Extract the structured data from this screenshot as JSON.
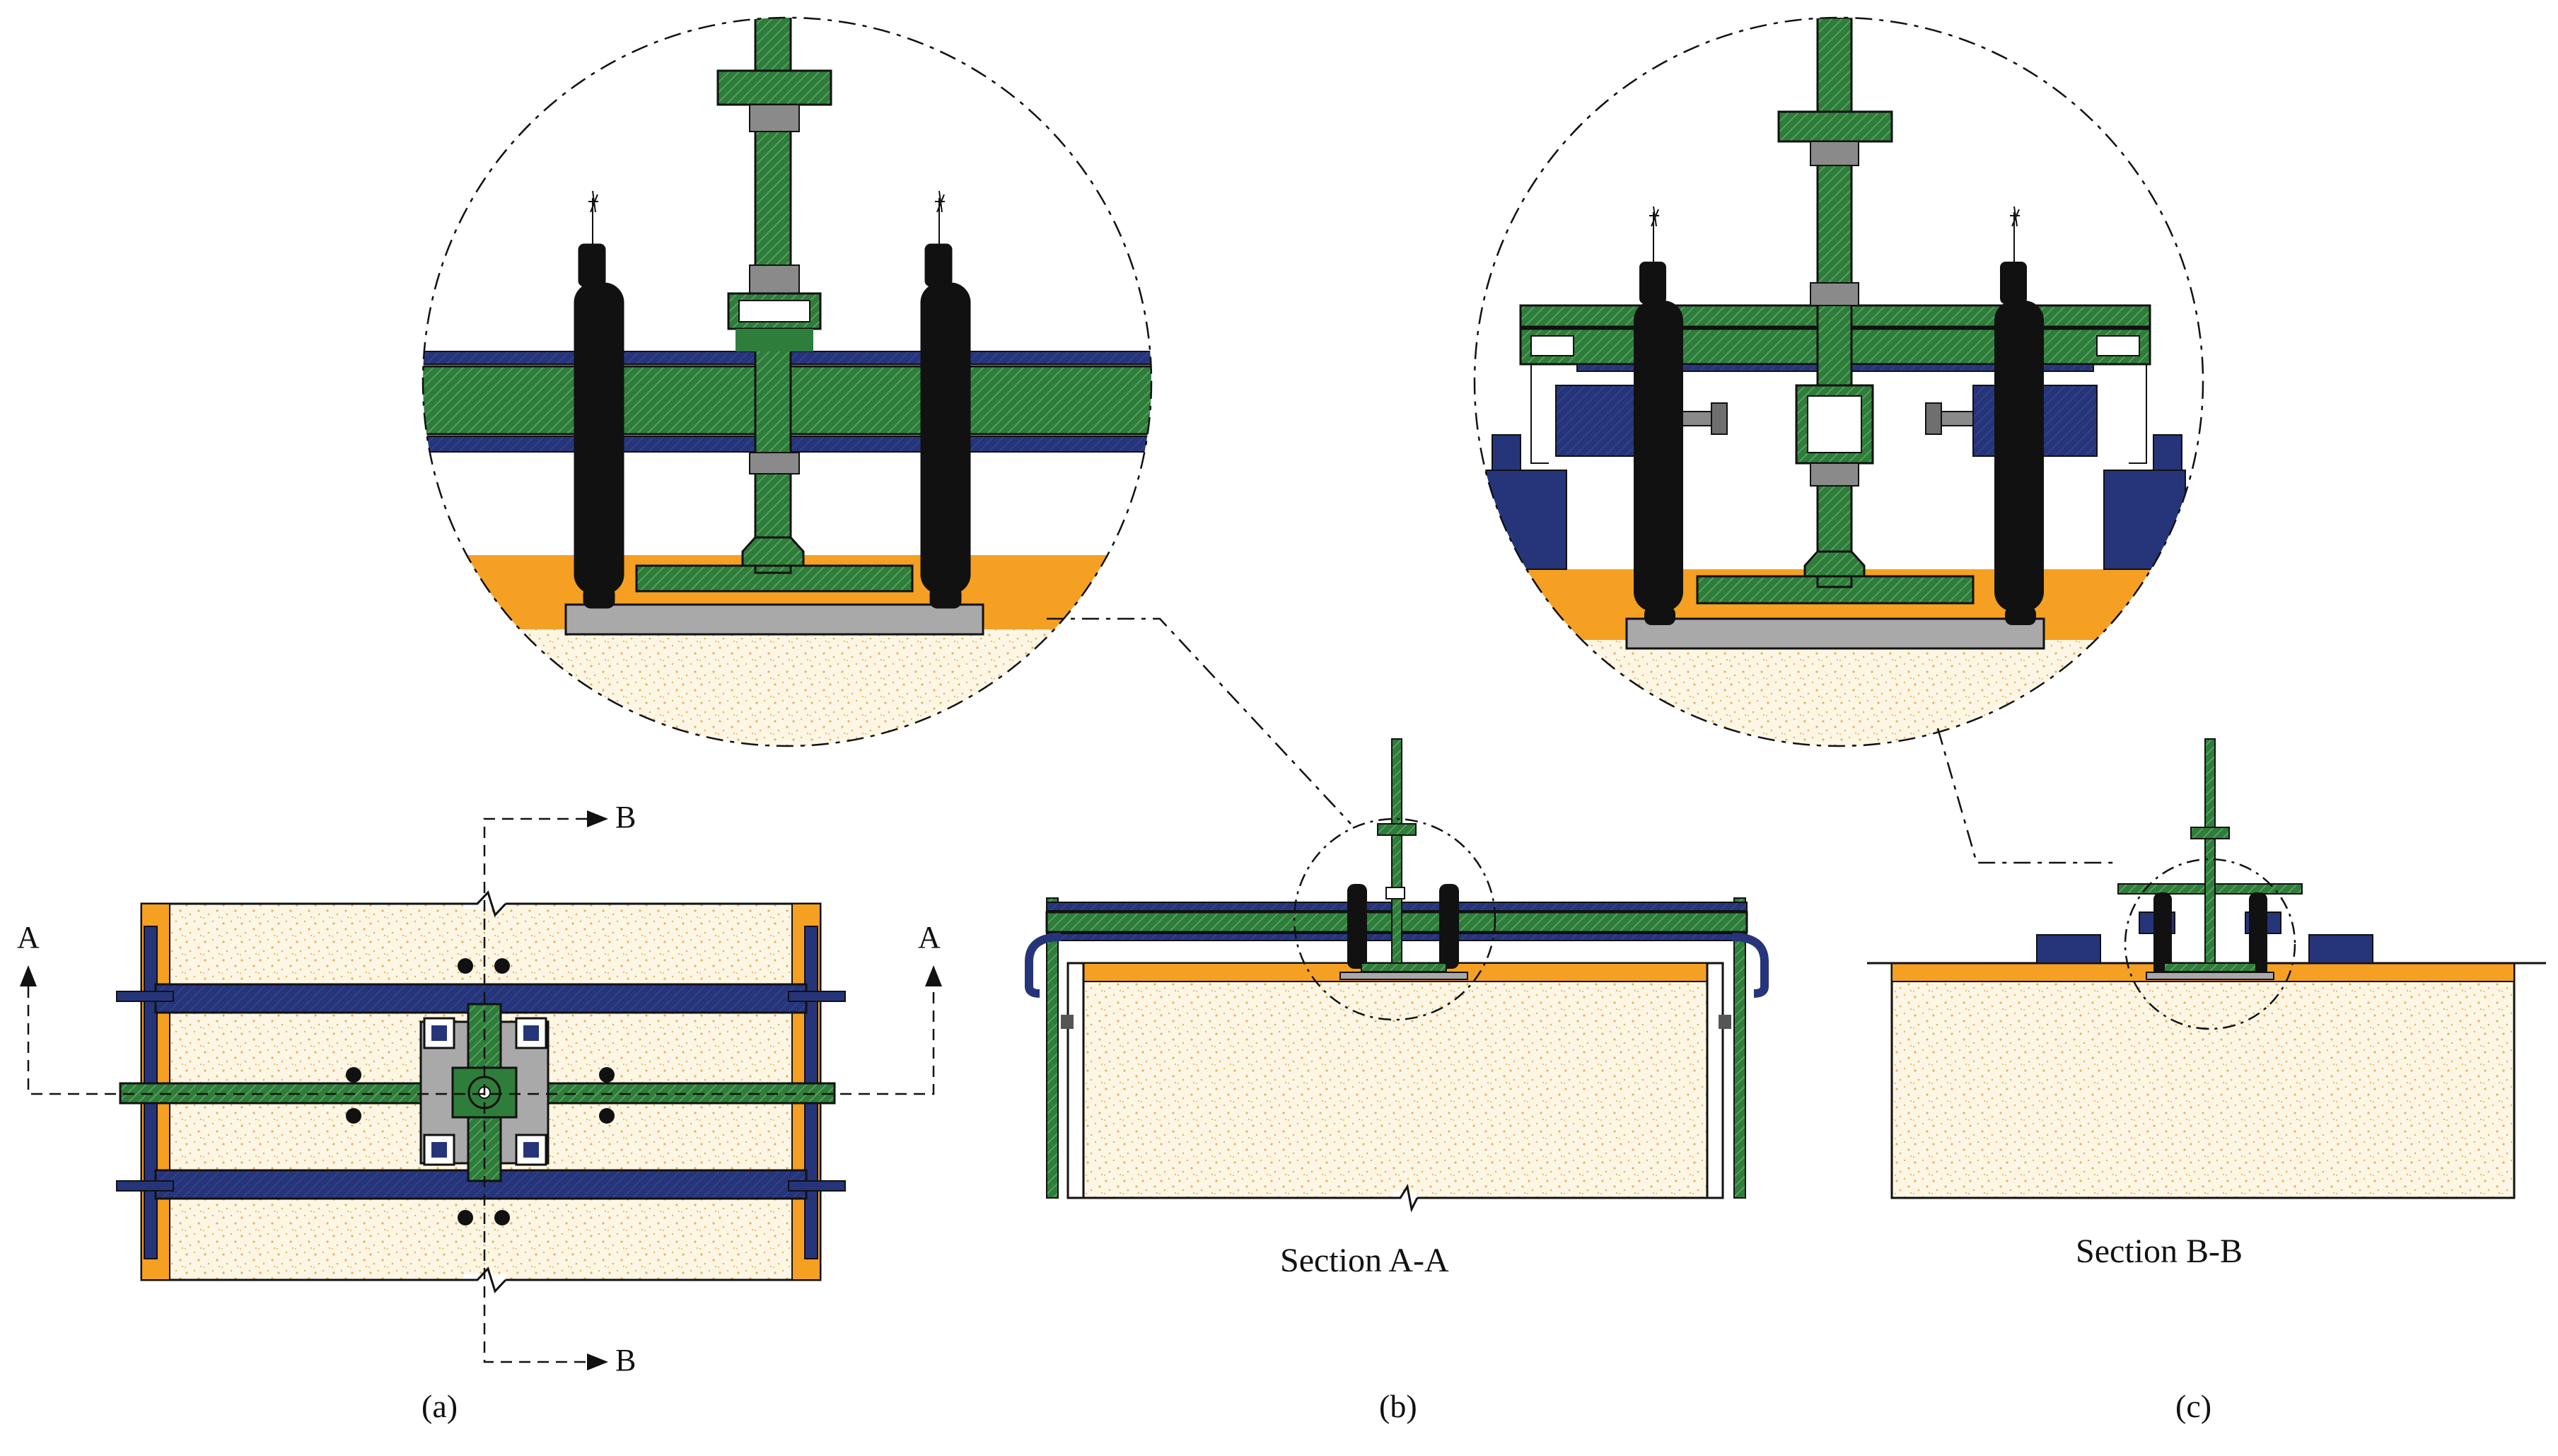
{
  "panels": [
    {
      "id": "a",
      "caption": "(a)"
    },
    {
      "id": "b",
      "caption": "(b)"
    },
    {
      "id": "c",
      "caption": "(c)"
    }
  ],
  "section_titles": {
    "a_a": "Section A-A",
    "b_b": "Section B-B"
  },
  "section_marks": {
    "a": "A",
    "b": "B"
  },
  "colors": {
    "green_member": "#2f7d3a",
    "blue_member": "#26357a",
    "orange_layer": "#f5a023",
    "sand_fill": "#fdf6e4",
    "sand_dots": "#e9b25a",
    "plate_grey": "#a9a9a9",
    "jack_black": "#111111",
    "nut_grey": "#8a8a8a"
  }
}
